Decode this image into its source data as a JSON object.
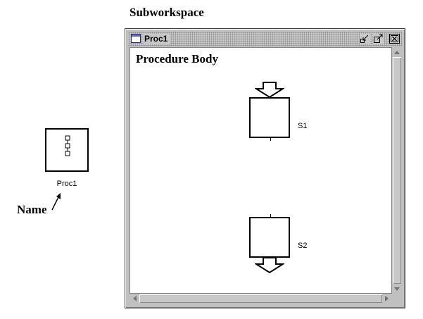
{
  "captions": {
    "subworkspace": "Subworkspace",
    "name": "Name"
  },
  "procedure_icon": {
    "label": "Proc1",
    "icon": "procedure-chain-icon"
  },
  "window": {
    "title": "Proc1",
    "title_icon": "window-icon",
    "buttons": {
      "minimize": "minimize-icon",
      "maximize": "maximize-icon",
      "close": "close-icon"
    },
    "body_heading": "Procedure Body",
    "steps": [
      {
        "label": "S1"
      },
      {
        "label": "S2"
      }
    ],
    "entry_icon": "down-arrow-icon",
    "exit_icon": "down-arrow-icon"
  },
  "colors": {
    "window_frame": "#c0c0c0",
    "content_bg": "#ffffff",
    "ink": "#000000"
  }
}
